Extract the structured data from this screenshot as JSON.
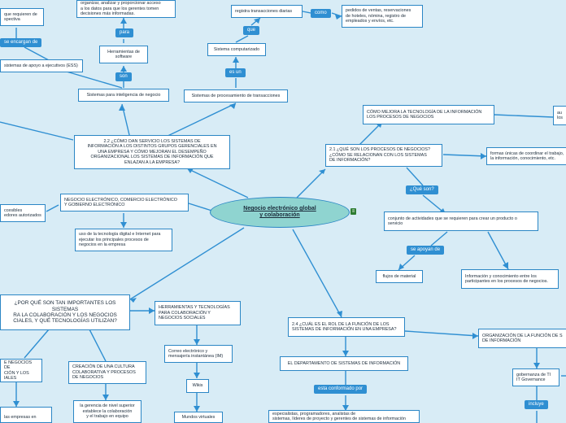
{
  "root": {
    "line1": "Negocio electrónico global",
    "line2": "y colaboración"
  },
  "notes_icon": "notes-icon",
  "nodes": {
    "n_requieren": "que requieren de\nspectiva",
    "n_organizar": "organizar, analizar y proporcionar acceso\na los datos para que los gerentes tomen\ndecisiones más informadas.",
    "n_registra": "registra transacciones diarias",
    "n_pedidos": "pedidos de ventas, reservaciones\nde hoteles, nómina, registro de\nempleados y envíos, etc.",
    "n_herramientas": "Herramientas de\nsoftware",
    "n_sistema_comp": "Sistema computarizado",
    "n_ess": "sistemas de apoyo a ejecutivos (ESS)",
    "n_bi": "Sistemas para inteligencia de negocio",
    "n_tps": "Sistemas de procesamiento de transacciones",
    "n_mejora_tec": "CÓMO MEJORA LA TECNOLOGÍA DE LA INFORMACIÓN\nLOS PROCESOS DE NEGOCIOS",
    "n_au": "au\nlos",
    "n_q22": "2.2 ¿CÓMO DAN SERVICIO LOS SISTEMAS DE\nINFORMACIÓN A LOS DISTINTOS GRUPOS GERENCIALES EN\nUNA EMPRESA Y CÓMO MEJORAN EL DESEMPEÑO\nORGANIZACIONAL LOS SISTEMAS DE INFORMACIÓN QUE\nENLAZAN A LA EMPRESA?",
    "n_q21": "2.1 ¿QUÉ SON LOS PROCESOS DE NEGOCIOS?\n¿CÓMO SE RELACIONAN CON LOS SISTEMAS\nDE INFORMACIÓN?",
    "n_formas": "formas únicas de coordinar el trabajo,\nla información, conocimiento, etc.",
    "n_neg_elec": "NEGOCIO ELECTRÓNICO, COMERCIO ELECTRÓNICO\nY GOBIERNO ELECTRÓNICO",
    "n_accesibles": "ccesibles\nedores autorizados",
    "n_conjunto": "conjunto de actividades que se requieren para crear un producto o\nservicio",
    "n_uso_tec": "uso de la tecnología digital e Internet para\nejecutar los principales procesos de\nnegocios en la empresa",
    "n_flujos": "flujos de material",
    "n_info_con": "Información y conocimiento entre los\nparticipantes en los procesos de negocios.",
    "n_porque": "¿POR QUÉ SON TAN IMPORTANTES LOS\nSISTEMAS\nRA LA COLABORACIÓN Y LOS NEGOCIOS\nCIALES, Y QUÉ TECNOLOGÍAS UTILIZAN?",
    "n_herr_colab": "HERRAMIENTAS Y TECNOLOGÍAS\nPARA COLABORACIÓN Y\nNEGOCIOS SOCIALES",
    "n_q24": "2.4 ¿CUÁL ES EL ROL DE LA FUNCIÓN DE LOS\nSISTEMAS DE INFORMACIÓN EN UNA EMPRESA?",
    "n_org_funcion": "ORGANIZACIÓN DE LA FUNCIÓN DE S\nDE INFORMACIÓN",
    "n_correo": "Correo electrónico y\nmensajería instantánea (IM)",
    "n_negocios_de": "E NEGOCIOS DE\nCIÓN Y LOS\nIALES",
    "n_cultura": "CREACIÓN DE UNA CULTURA\nCOLABORATIVA Y PROCESOS\nDE NEGOCIOS",
    "n_depto": "EL DEPARTAMENTO DE SISTEMAS DE INFORMACIÓN",
    "n_gobernanza": "gobernanza de TI\nIT Governance",
    "n_wikis": "Wikis",
    "n_gerencia": "la gerencia de nivel superior\nestablece la colaboración\ny el trabajo en equipo",
    "n_empresas_en": "\nlas empresas en",
    "n_mundos": "Mundos virtuales",
    "n_especialistas": "especialistas, programadores, analistas de\nsistemas, líderes de proyecto y gerentes de sistemas de información"
  },
  "connectors": {
    "c_se_encargan": "se encargan de",
    "c_para": "para",
    "c_que": "que",
    "c_como": "como",
    "c_son": "son",
    "c_es_un": "es un",
    "c_que_son": "¿Qué son?",
    "c_se_apoyan": "se apoyan de",
    "c_esta_conformado": "esta conformado por",
    "c_incluye": "incluye"
  },
  "colors": {
    "background": "#d8ecf6",
    "line": "#2f8fd2",
    "root_fill": "#8fd4d0",
    "node_border": "#2b86c5",
    "connector_fill": "#2f8fd2"
  }
}
